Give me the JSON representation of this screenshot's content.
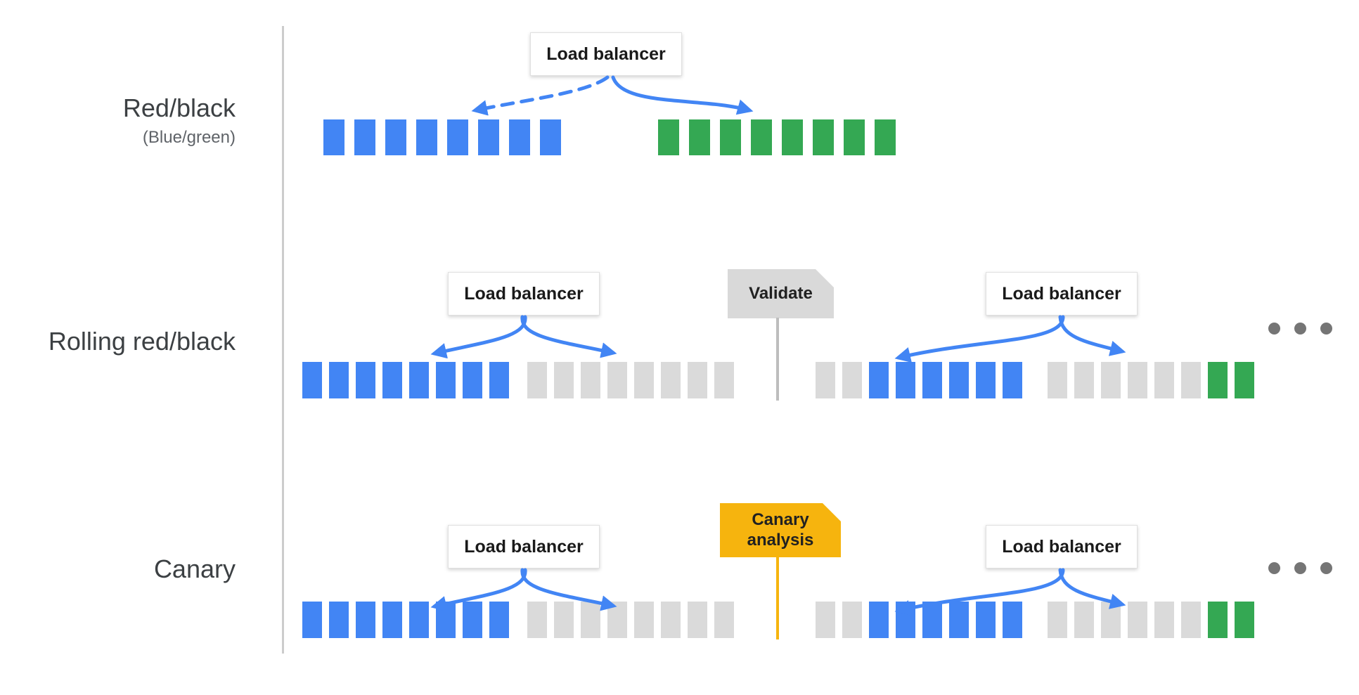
{
  "rows": [
    {
      "label": "Red/black",
      "sublabel": "(Blue/green)"
    },
    {
      "label": "Rolling red/black",
      "tag": "Validate"
    },
    {
      "label": "Canary",
      "tag": "Canary analysis"
    }
  ],
  "load_balancer_label": "Load balancer",
  "tags": {
    "validate": "Validate",
    "canary": "Canary analysis"
  },
  "colors": {
    "blue": "#4285f4",
    "green": "#34a853",
    "gray": "#dadada",
    "dot": "#757575",
    "arrow": "#4285f4",
    "validate_bg": "#d9d9d9",
    "canary_bg": "#f6b40e",
    "divider": "#cccccc"
  },
  "squares": {
    "r1g1": {
      "color": "blue",
      "count": 8,
      "cell_name": "blue-server-box"
    },
    "r1g2": {
      "color": "green",
      "count": 8,
      "cell_name": "green-server-box"
    },
    "r2g1": {
      "color": "blue",
      "count": 8,
      "cell_name": "blue-server-box"
    },
    "r2g2": {
      "color": "gray",
      "count": 8,
      "cell_name": "gray-server-box"
    },
    "r2g3": {
      "color": "gray",
      "count": 2,
      "cell_name": "gray-server-box"
    },
    "r2g4": {
      "color": "blue",
      "count": 6,
      "cell_name": "blue-server-box"
    },
    "r2g5": {
      "color": "gray",
      "count": 6,
      "cell_name": "gray-server-box"
    },
    "r2g6": {
      "color": "green",
      "count": 2,
      "cell_name": "green-server-box"
    },
    "r2dots": {
      "color": "dot",
      "count": 3,
      "cell_name": "ellipsis-dot-icon"
    },
    "r3g1": {
      "color": "blue",
      "count": 8,
      "cell_name": "blue-server-box"
    },
    "r3g2": {
      "color": "gray",
      "count": 8,
      "cell_name": "gray-server-box"
    },
    "r3g3": {
      "color": "gray",
      "count": 2,
      "cell_name": "gray-server-box"
    },
    "r3g4": {
      "color": "blue",
      "count": 6,
      "cell_name": "blue-server-box"
    },
    "r3g5": {
      "color": "gray",
      "count": 6,
      "cell_name": "gray-server-box"
    },
    "r3g6": {
      "color": "green",
      "count": 2,
      "cell_name": "green-server-box"
    },
    "r3dots": {
      "color": "dot",
      "count": 3,
      "cell_name": "ellipsis-dot-icon"
    }
  }
}
